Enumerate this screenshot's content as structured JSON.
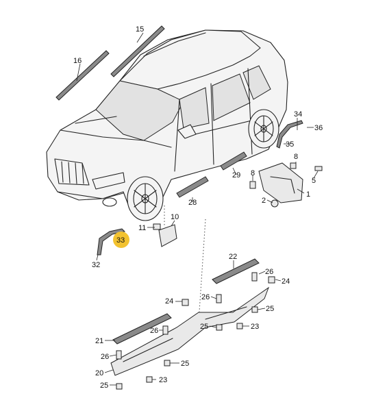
{
  "diagram": {
    "callouts": {
      "c1": "1",
      "c2": "2",
      "c5": "5",
      "c8": "8",
      "c10": "10",
      "c11": "11",
      "c15": "15",
      "c16": "16",
      "c20": "20",
      "c21": "21",
      "c22": "22",
      "c23a": "23",
      "c23b": "23",
      "c24a": "24",
      "c24b": "24",
      "c25a": "25",
      "c25b": "25",
      "c25c": "25",
      "c25d": "25",
      "c26a": "26",
      "c26b": "26",
      "c26c": "26",
      "c26d": "26",
      "c28": "28",
      "c29": "29",
      "c32": "32",
      "c33": "33",
      "c34": "34",
      "c35": "35",
      "c36": "36"
    },
    "highlight_color": "#f2c230"
  }
}
